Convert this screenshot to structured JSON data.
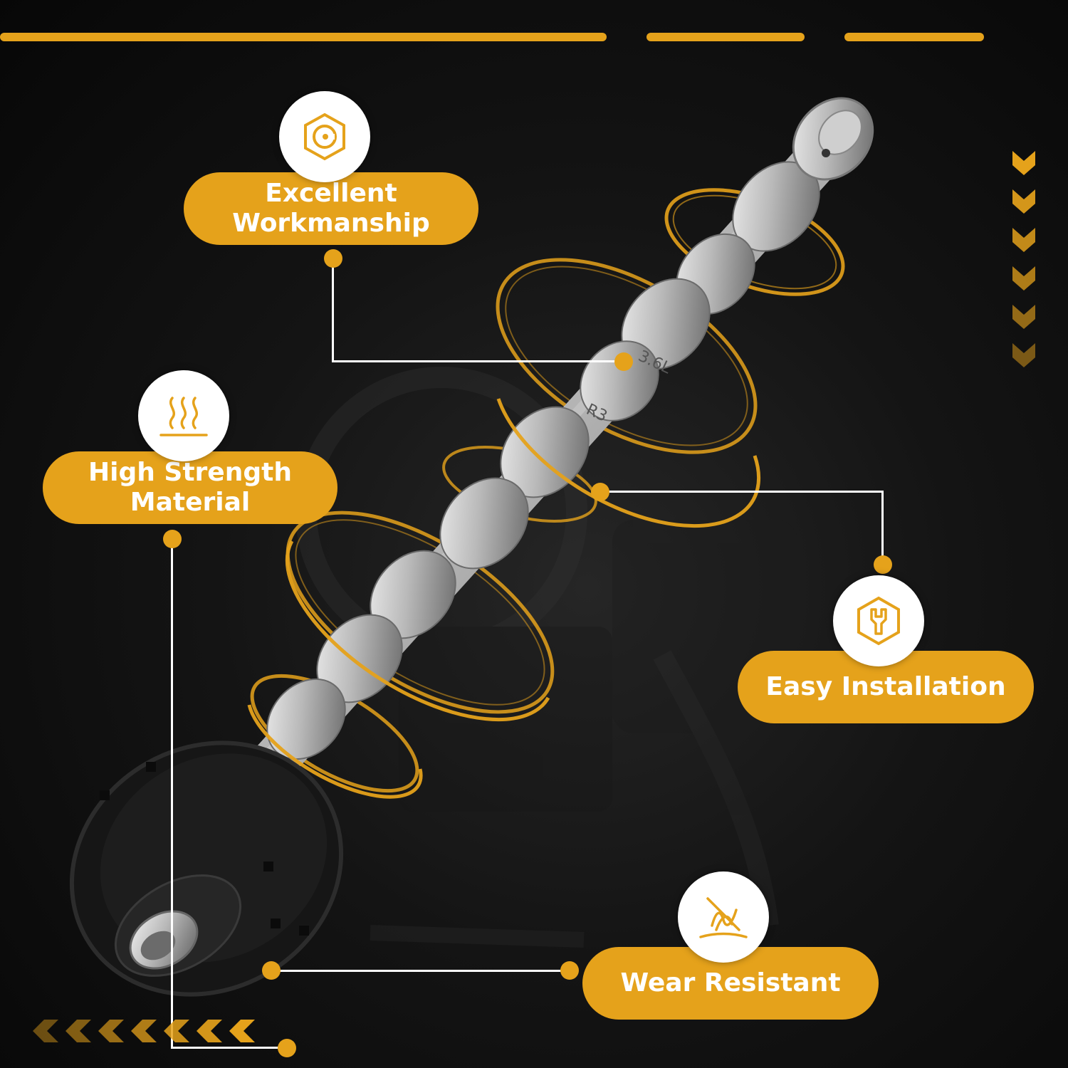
{
  "colors": {
    "accent": "#e5a21b",
    "accent_dark": "#c98910",
    "background": "#0b0b0b",
    "line": "#ffffff",
    "text_on_pill": "#ffffff"
  },
  "features": {
    "workmanship": {
      "line1": "Excellent",
      "line2": "Workmanship",
      "icon": "hex-gear-icon"
    },
    "strength": {
      "line1": "High Strength",
      "line2": "Material",
      "icon": "heat-waves-icon"
    },
    "installation": {
      "label": "Easy Installation",
      "icon": "hex-wrench-icon"
    },
    "wear": {
      "label": "Wear Resistant",
      "icon": "wear-scratch-icon"
    }
  },
  "product": {
    "name": "camshaft",
    "markings": [
      "3.6L",
      "R3"
    ]
  }
}
